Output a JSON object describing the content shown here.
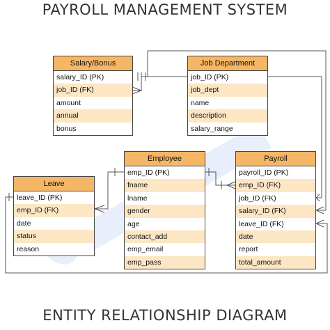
{
  "header": {
    "title": "PAYROLL MANAGEMENT SYSTEM"
  },
  "footer": {
    "title": "ENTITY RELATIONSHIP DIAGRAM"
  },
  "entities": {
    "salary_bonus": {
      "name": "Salary/Bonus",
      "fields": [
        "salary_ID (PK)",
        "job_ID (FK)",
        "amount",
        "annual",
        "bonus"
      ]
    },
    "job_department": {
      "name": "Job Department",
      "fields": [
        "job_ID (PK)",
        "job_dept",
        "name",
        "description",
        "salary_range"
      ]
    },
    "employee": {
      "name": "Employee",
      "fields": [
        "emp_ID (PK)",
        "fname",
        "lname",
        "gender",
        "age",
        "contact_add",
        "emp_email",
        "emp_pass"
      ]
    },
    "payroll": {
      "name": "Payroll",
      "fields": [
        "payroll_ID (PK)",
        "emp_ID (FK)",
        "job_ID (FK)",
        "salary_ID (FK)",
        "leave_ID (FK)",
        "date",
        "report",
        "total_amount"
      ]
    },
    "leave": {
      "name": "Leave",
      "fields": [
        "leave_ID (PK)",
        "emp_ID (FK)",
        "date",
        "status",
        "reason"
      ]
    }
  },
  "colors": {
    "header_fill": "#f5b766",
    "alt_row_fill": "#fde6c4",
    "line": "#555555",
    "border": "#444444"
  }
}
